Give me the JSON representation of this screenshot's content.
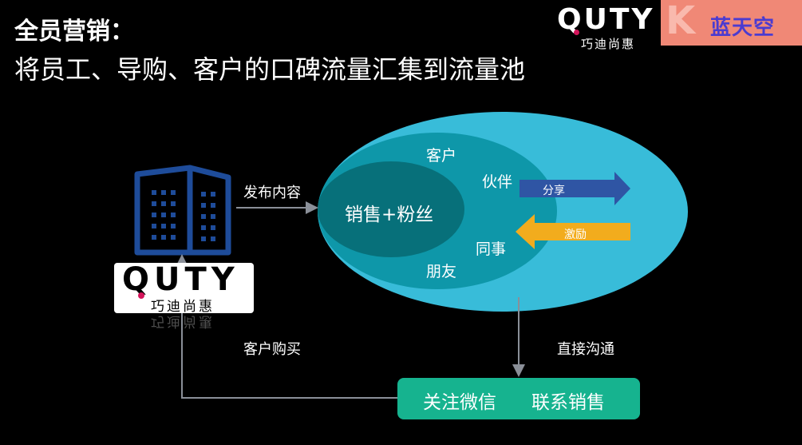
{
  "title": {
    "line1": "全员营销：",
    "line2": "将员工、导购、客户的口碑流量汇集到流量池"
  },
  "brand_logo": {
    "wordmark": "QUTY",
    "subtitle": "巧迪尚惠"
  },
  "watermark": {
    "letter": "K",
    "text": "蓝天空"
  },
  "diagram": {
    "publish_label": "发布内容",
    "inner_circle_label": "销售+粉丝",
    "outer_labels": {
      "customer": "客户",
      "partner": "伙伴",
      "colleague": "同事",
      "friend": "朋友"
    },
    "share_label": "分享",
    "incentive_label": "激励",
    "purchase_label": "客户购买",
    "direct_label": "直接沟通",
    "cta": {
      "follow": "关注微信",
      "contact": "联系销售"
    }
  },
  "colors": {
    "outer_ellipse": "#38bcd9",
    "inner_ellipse": "#0e97a9",
    "core_ellipse": "#07707a",
    "share_arrow": "#2f55a4",
    "incentive_arrow": "#f2ac1d",
    "cta_bg": "#16b38f",
    "building": "#1e4c9a"
  }
}
